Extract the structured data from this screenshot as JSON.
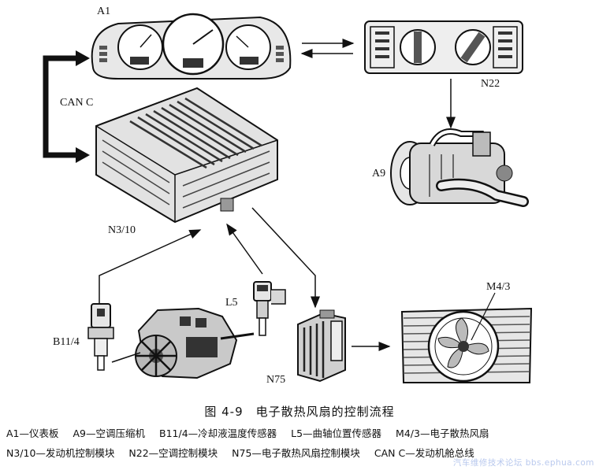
{
  "labels": {
    "a1": "A1",
    "n22": "N22",
    "can_c": "CAN C",
    "n3_10": "N3/10",
    "a9": "A9",
    "l5": "L5",
    "b11_4": "B11/4",
    "m4_3": "M4/3",
    "n75": "N75"
  },
  "caption": "图 4-9　电子散热风扇的控制流程",
  "legend": {
    "line1": [
      "A1—仪表板",
      "A9—空调压缩机",
      "B11/4—冷却液温度传感器",
      "L5—曲轴位置传感器",
      "M4/3—电子散热风扇"
    ],
    "line2": [
      "N3/10—发动机控制模块",
      "N22—空调控制模块",
      "N75—电子散热风扇控制模块",
      "CAN C—发动机舱总线"
    ]
  },
  "watermark": "汽车维修技术论坛 bbs.ephua.com",
  "colors": {
    "ink": "#111111",
    "watermark": "#b9c9ee"
  }
}
